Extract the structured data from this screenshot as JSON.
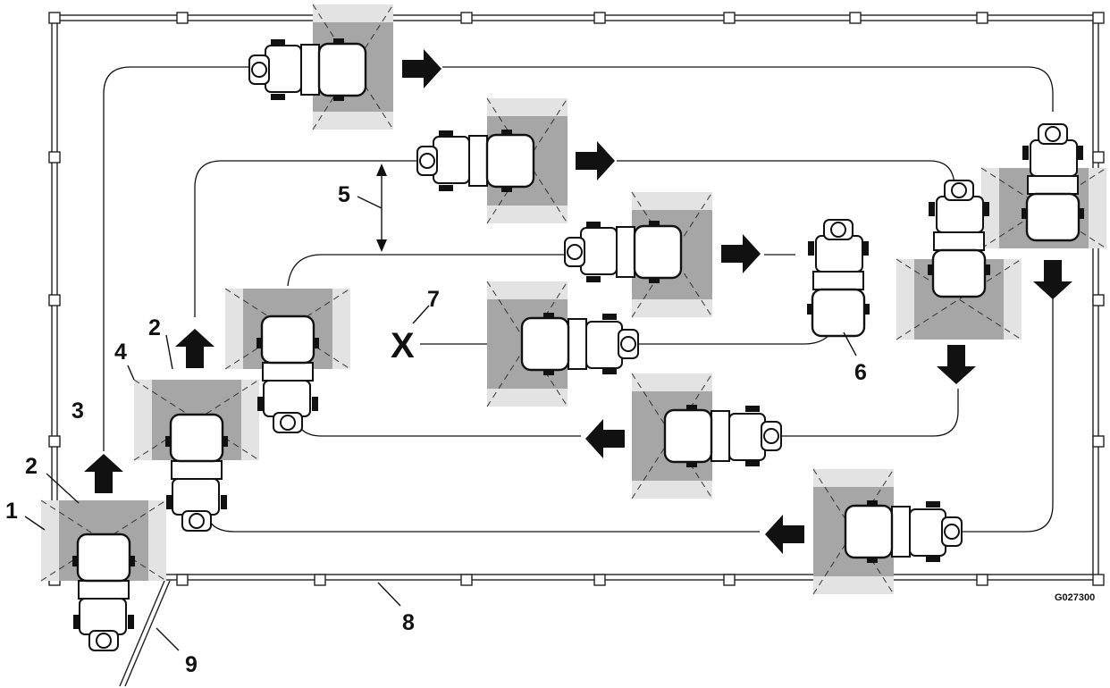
{
  "figure": {
    "code": "G027300",
    "callouts": [
      {
        "id": "callout-1",
        "text": "1"
      },
      {
        "id": "callout-2a",
        "text": "2"
      },
      {
        "id": "callout-2b",
        "text": "2"
      },
      {
        "id": "callout-3",
        "text": "3"
      },
      {
        "id": "callout-4",
        "text": "4"
      },
      {
        "id": "callout-5",
        "text": "5"
      },
      {
        "id": "callout-6",
        "text": "6"
      },
      {
        "id": "callout-7",
        "text": "7"
      },
      {
        "id": "callout-8",
        "text": "8"
      },
      {
        "id": "callout-9",
        "text": "9"
      }
    ],
    "start_marker": "X"
  }
}
